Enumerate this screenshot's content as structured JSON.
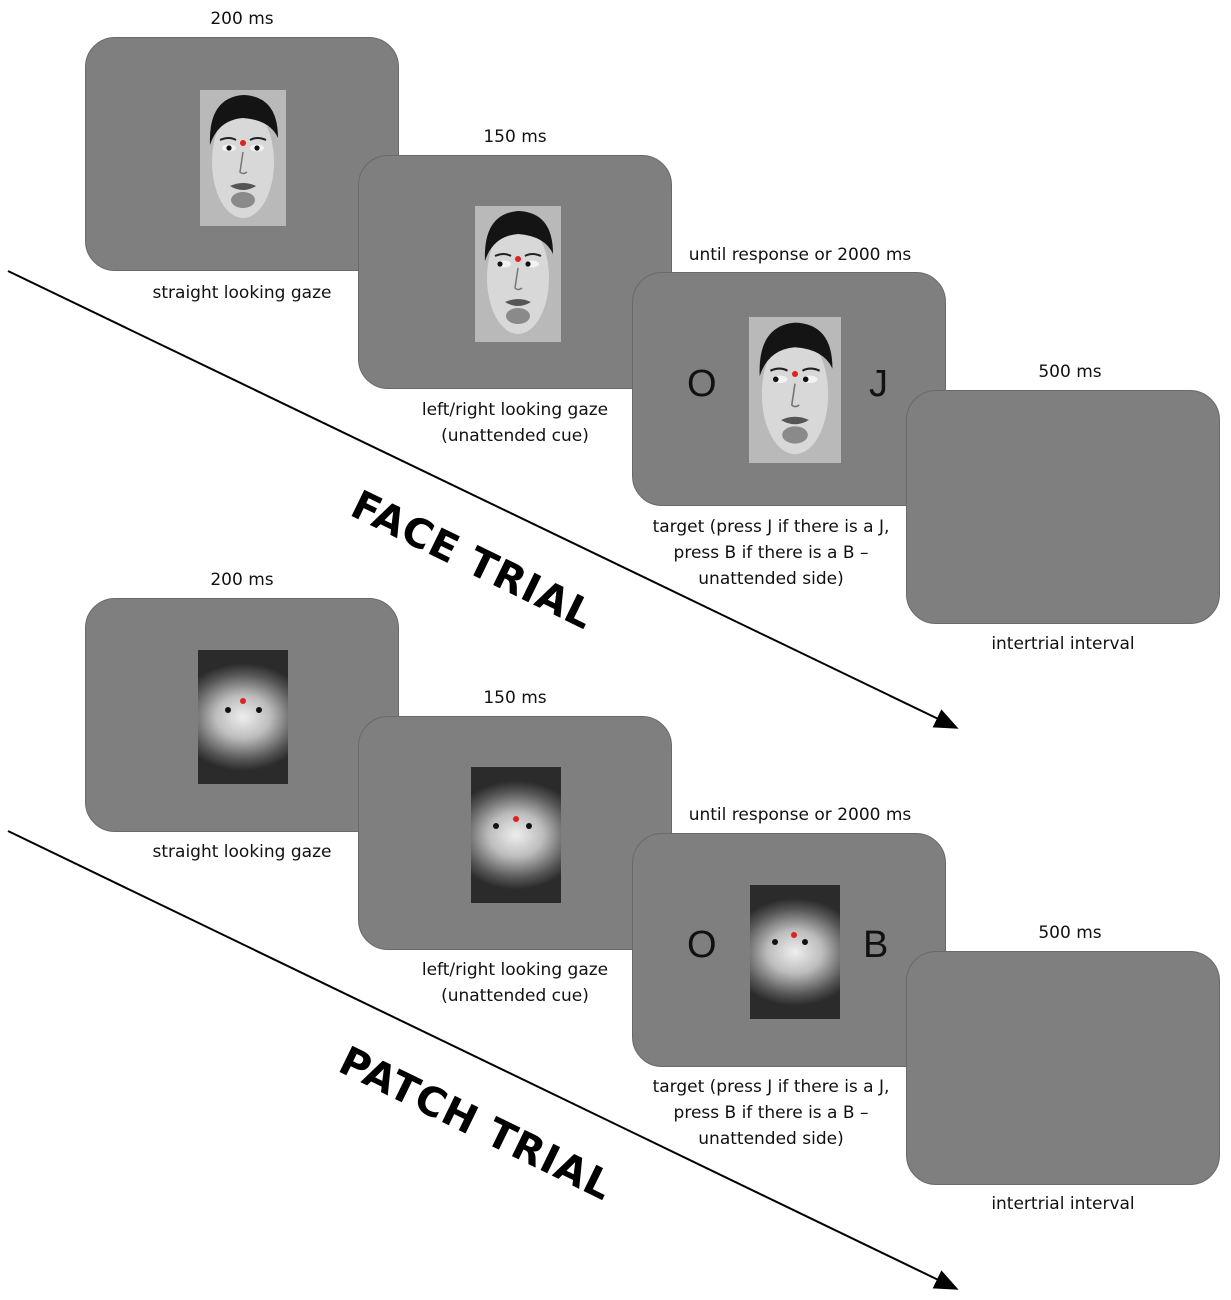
{
  "face_trial": {
    "label": "FACE TRIAL",
    "frames": [
      {
        "timing": "200 ms",
        "caption_lines": [
          "straight looking gaze"
        ]
      },
      {
        "timing": "150 ms",
        "caption_lines": [
          "left/right looking gaze",
          "(unattended cue)"
        ]
      },
      {
        "timing": "until response or 2000 ms",
        "caption_lines": [
          "target (press J if there is a J,",
          "press B if there is a B –",
          "unattended side)"
        ],
        "letter_left": "O",
        "letter_right": "J"
      },
      {
        "timing": "500 ms",
        "caption_lines": [
          "intertrial interval"
        ]
      }
    ]
  },
  "patch_trial": {
    "label": "PATCH TRIAL",
    "frames": [
      {
        "timing": "200 ms",
        "caption_lines": [
          "straight looking gaze"
        ]
      },
      {
        "timing": "150 ms",
        "caption_lines": [
          "left/right looking gaze",
          "(unattended cue)"
        ]
      },
      {
        "timing": "until response or 2000 ms",
        "caption_lines": [
          "target (press J if there is a J,",
          "press B if there is a B –",
          "unattended side)"
        ],
        "letter_left": "O",
        "letter_right": "B"
      },
      {
        "timing": "500 ms",
        "caption_lines": [
          "intertrial interval"
        ]
      }
    ]
  },
  "colors": {
    "screen": "#7f7f7f",
    "fixation": "#e0201c",
    "background": "#ffffff"
  }
}
